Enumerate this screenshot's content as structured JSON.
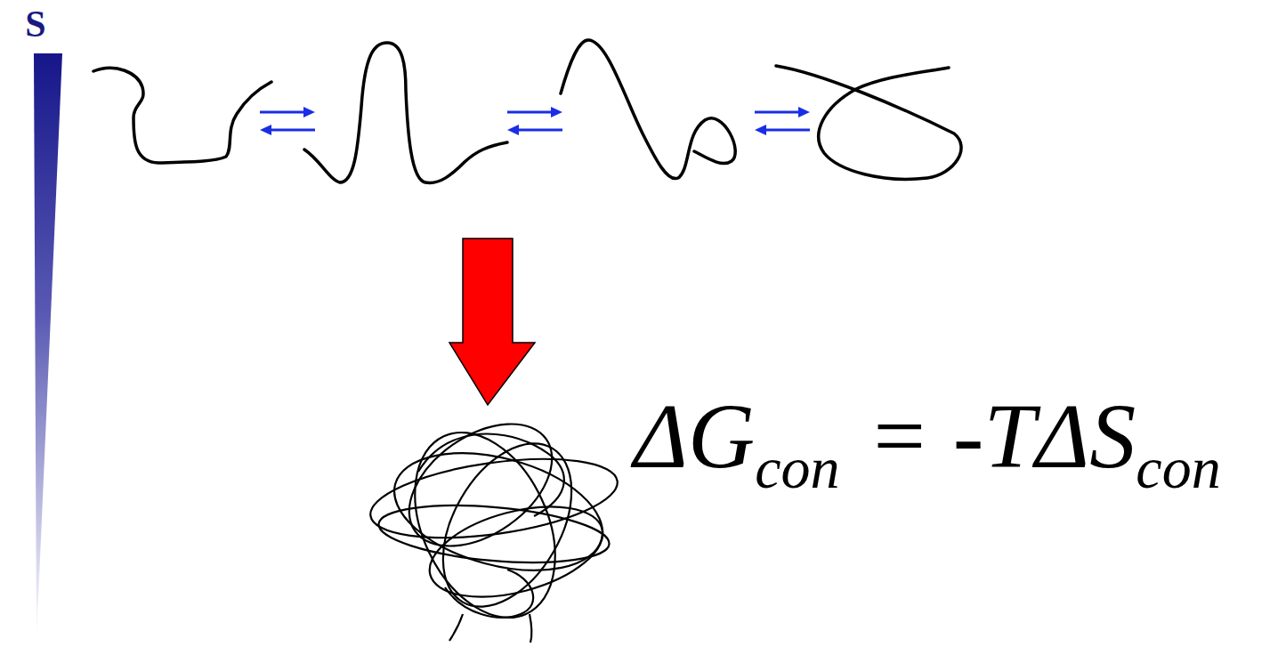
{
  "diagram": {
    "labels": [
      "S",
      "ΔG",
      "con",
      "= -TΔS",
      "con"
    ]
  }
}
